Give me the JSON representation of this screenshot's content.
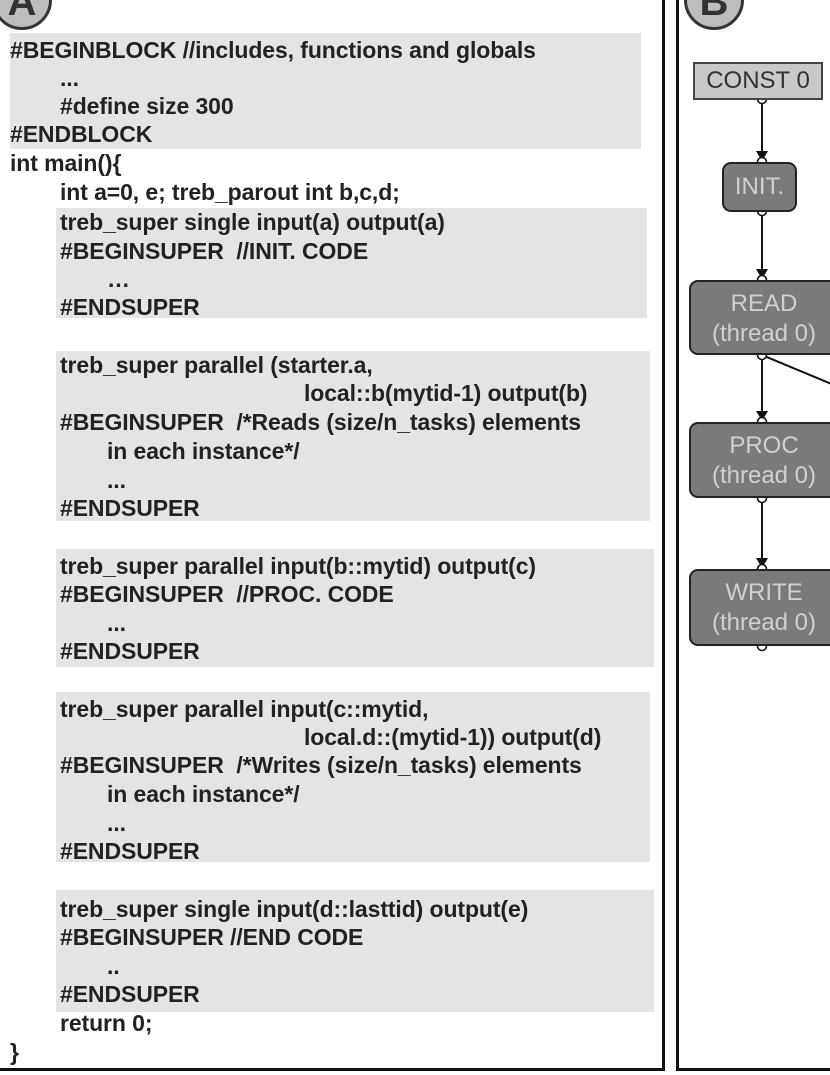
{
  "panel_a": {
    "badge": "A",
    "lines": [
      "#BEGINBLOCK //includes, functions and globals",
      "...",
      "#define size 300",
      "#ENDBLOCK",
      "int main(){",
      "int a=0, e; treb_parout int b,c,d;",
      "treb_super single input(a) output(a)",
      "#BEGINSUPER  //INIT. CODE",
      "…",
      "#ENDSUPER",
      "treb_super parallel (starter.a,",
      "local::b(mytid-1) output(b)",
      "#BEGINSUPER  /*Reads (size/n_tasks) elements",
      "in each instance*/",
      "...",
      "#ENDSUPER",
      "treb_super parallel input(b::mytid) output(c)",
      "#BEGINSUPER  //PROC. CODE",
      "...",
      "#ENDSUPER",
      "treb_super parallel input(c::mytid,",
      "local.d::(mytid-1)) output(d)",
      "#BEGINSUPER  /*Writes (size/n_tasks) elements",
      "in each instance*/",
      "...",
      "#ENDSUPER",
      "treb_super single input(d::lasttid) output(e)",
      "#BEGINSUPER //END CODE",
      "..",
      "#ENDSUPER",
      "return 0;",
      "}"
    ]
  },
  "panel_b": {
    "badge": "B",
    "nodes": [
      {
        "line1": "CONST 0",
        "line2": ""
      },
      {
        "line1": "INIT.",
        "line2": ""
      },
      {
        "line1": "READ",
        "line2": "(thread 0)"
      },
      {
        "line1": "PROC",
        "line2": "(thread 0)"
      },
      {
        "line1": "WRITE",
        "line2": "(thread 0)"
      }
    ]
  },
  "colors": {
    "code_block_bg": "#e4e4e4",
    "node_fill": "#7a7a7a",
    "const_fill": "#c9c9c9",
    "node_text": "#d0d0d0"
  }
}
